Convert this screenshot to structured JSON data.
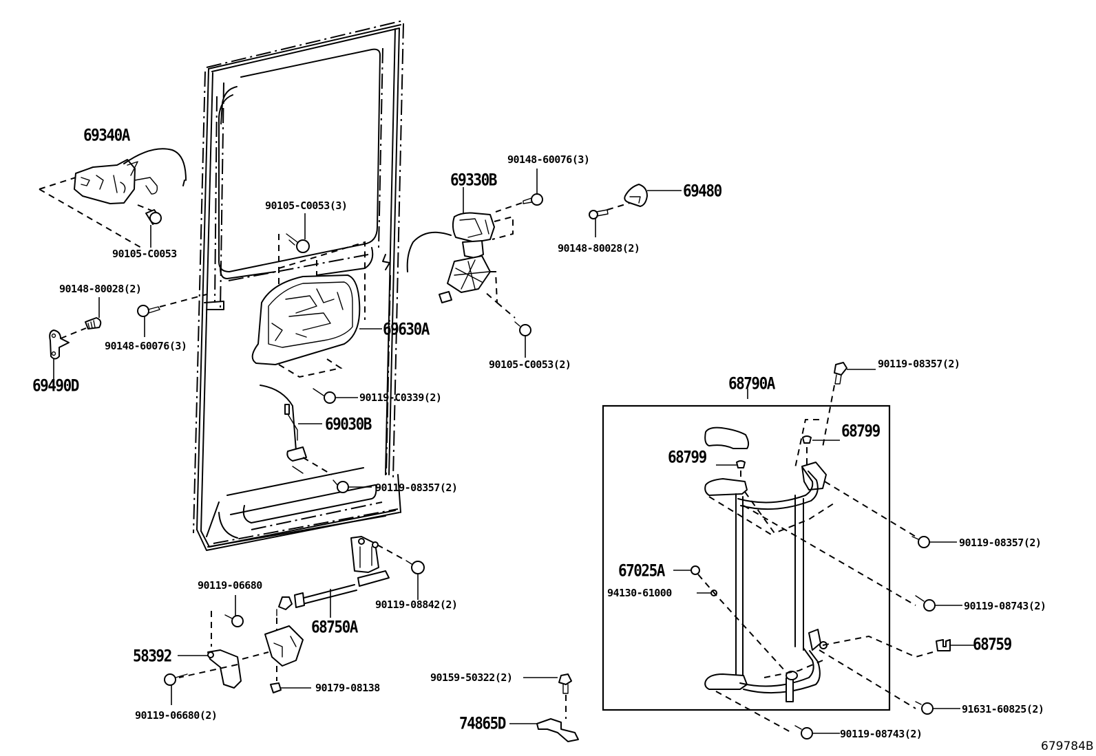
{
  "diagram": {
    "title": "Back door lock & hinge parts diagram",
    "reference_number": "679784B",
    "parts": {
      "lock_rear": "69340A",
      "lock_rear_bolt": "90105-C0053",
      "screw_left": "90148-80028(2)",
      "screw_left_tapping": "90148-60076(3)",
      "striker_left": "69490D",
      "center_bolts": "90105-C0053(3)",
      "lock_assy_center": "69630A",
      "control_bolt": "90119-C0339(2)",
      "cable_lower": "69030B",
      "bolt_lower_door": "90119-08357(2)",
      "lock_right": "69330B",
      "screw_right_top": "90148-60076(3)",
      "striker_right": "69480",
      "screw_right": "90148-80028(2)",
      "bolt_right_lock": "90105-C0053(2)",
      "check_assy": "68790A",
      "check_bolt_top": "90119-08357(2)",
      "cap_upper_right": "68799",
      "cap_upper_left": "68799",
      "check_bolt_right": "90119-08357(2)",
      "stopper_bolt": "67025A",
      "stopper_nut": "94130-61000",
      "check_bolt_mid": "90119-08743(2)",
      "clip": "68759",
      "nut_lower": "91631-60825(2)",
      "check_bolt_bottom": "90119-08743(2)",
      "stay_bracket_bolt": "90119-08842(2)",
      "stay_bolt": "90119-06680",
      "damper_stay": "68750A",
      "bracket": "58392",
      "bracket_bolt": "90119-06680(2)",
      "stay_nut": "90179-08138",
      "cover_screw": "90159-50322(2)",
      "cover": "74865D"
    }
  }
}
